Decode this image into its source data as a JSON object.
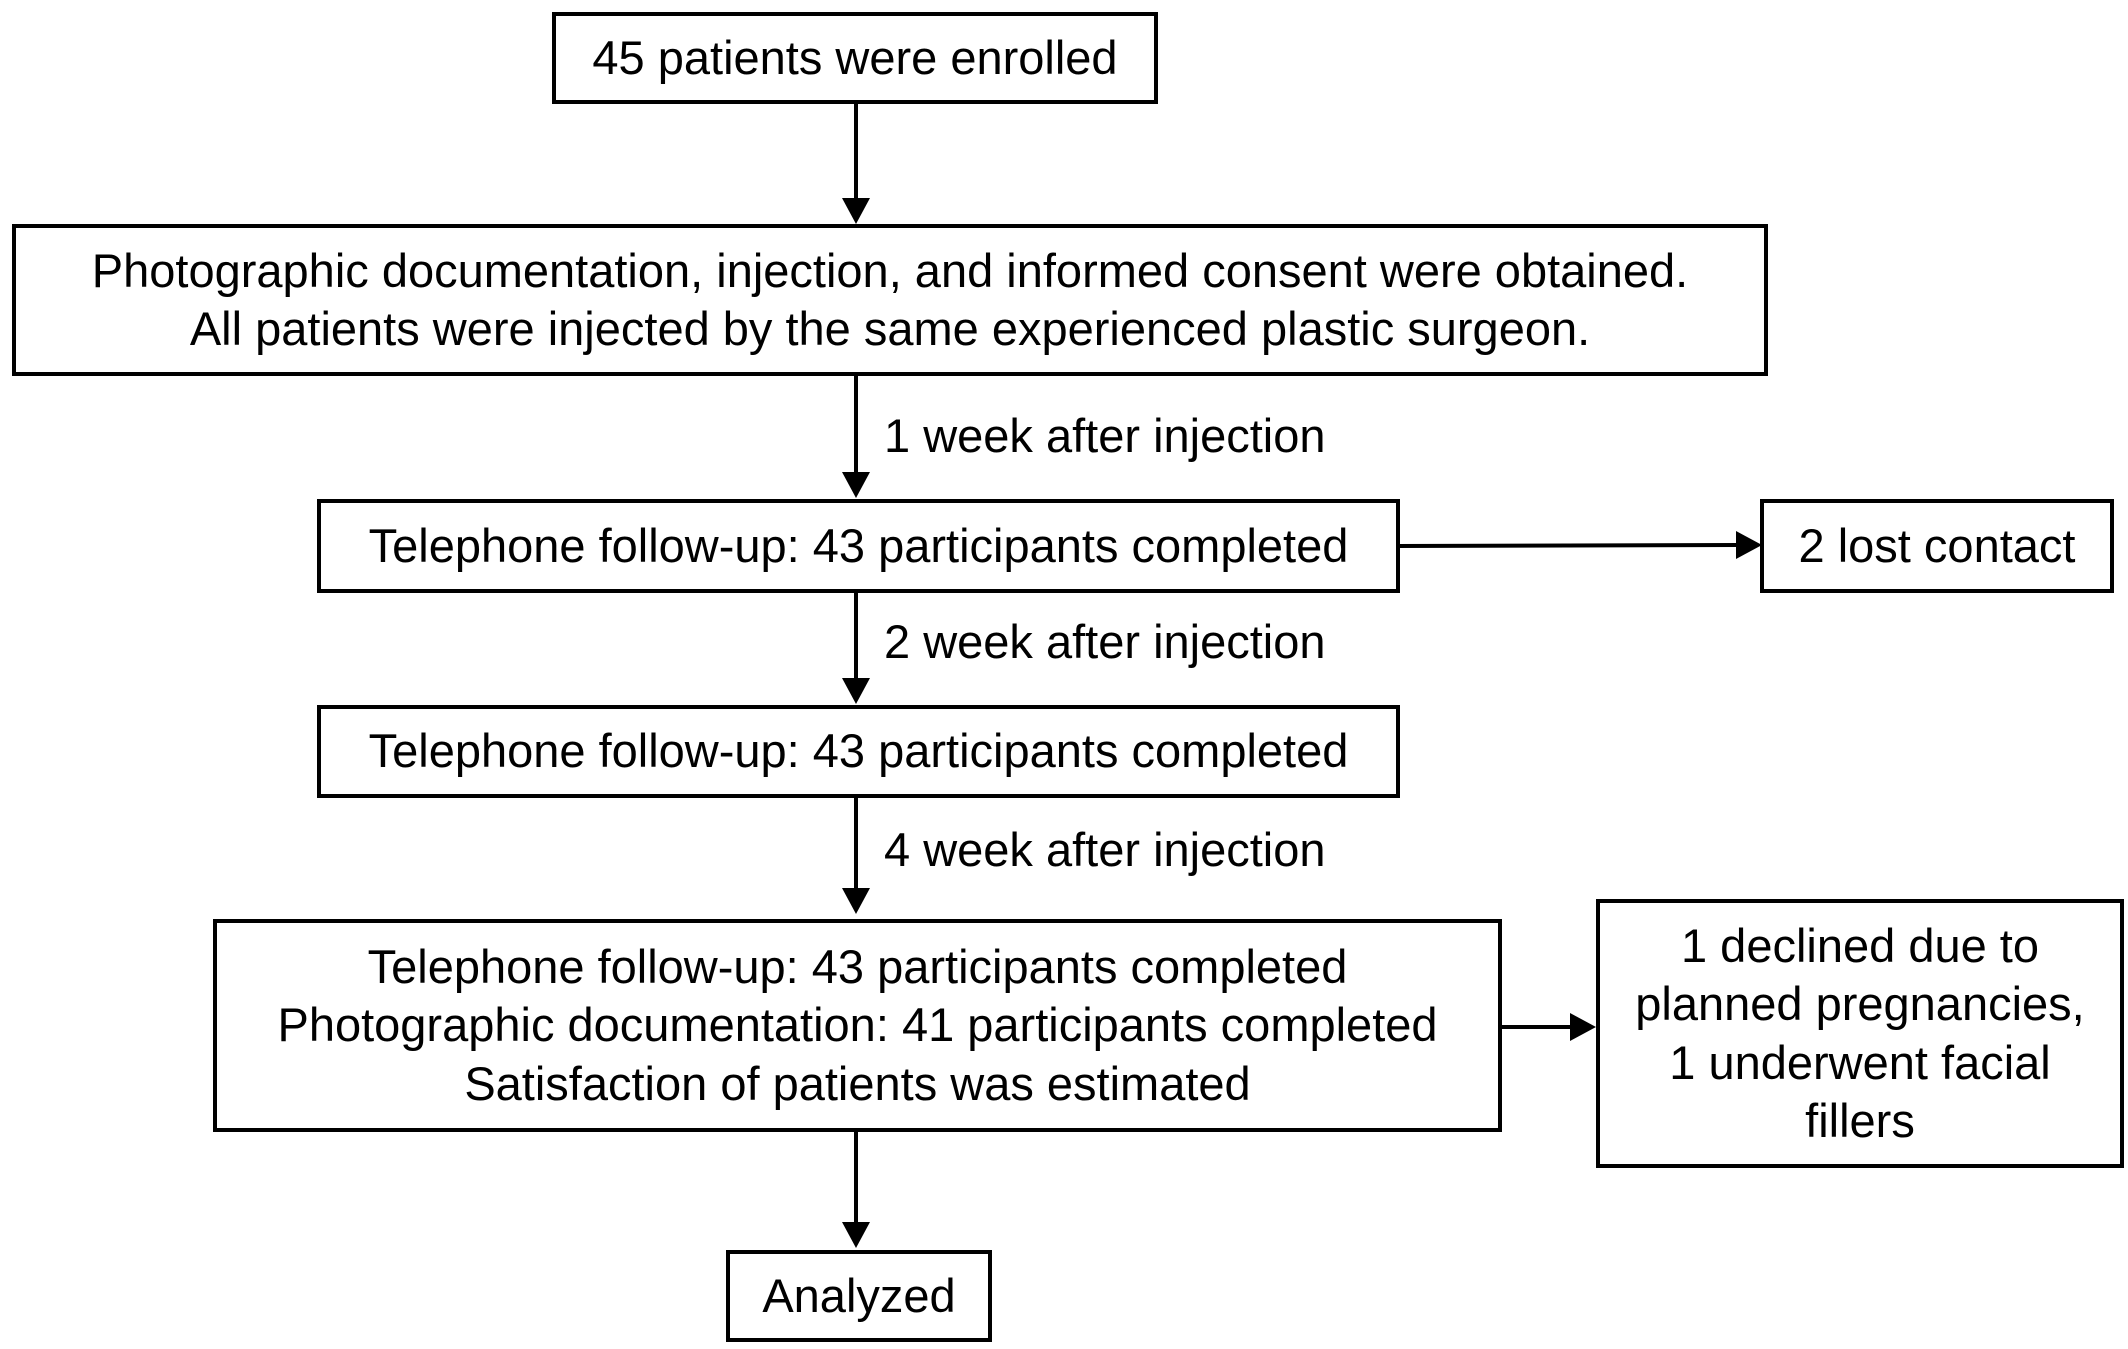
{
  "enrolled": {
    "text": "45 patients were enrolled"
  },
  "procedure": {
    "line1": "Photographic documentation, injection, and informed consent were obtained.",
    "line2": "All patients were injected by the same experienced plastic surgeon."
  },
  "interval_1": "1 week after injection",
  "followup_1": {
    "text": "Telephone follow-up: 43 participants completed"
  },
  "lost": {
    "text": "2 lost contact"
  },
  "interval_2": "2 week after injection",
  "followup_2": {
    "text": "Telephone follow-up: 43 participants completed"
  },
  "interval_4": "4 week after injection",
  "followup_4": {
    "line1": "Telephone follow-up: 43 participants completed",
    "line2": "Photographic documentation: 41 participants completed",
    "line3": "Satisfaction of patients was estimated"
  },
  "excluded": {
    "line1": "1 declined due to",
    "line2": "planned pregnancies,",
    "line3": "1 underwent facial",
    "line4": "fillers"
  },
  "analyzed": {
    "text": "Analyzed"
  }
}
